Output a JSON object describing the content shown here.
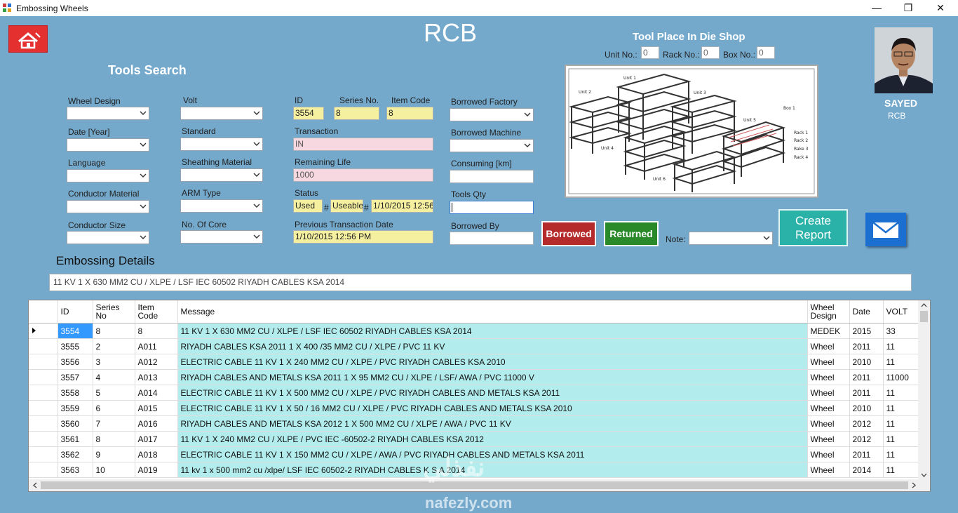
{
  "window": {
    "title": "Embossing Wheels",
    "minimize": "—",
    "maximize": "❐",
    "close": "✕"
  },
  "header": {
    "app_title": "RCB",
    "section_title": "Tools Search"
  },
  "tool_place": {
    "title": "Tool Place In Die Shop",
    "unit_label": "Unit No.:",
    "unit_value": "0",
    "rack_label": "Rack No.:",
    "rack_value": "0",
    "box_label": "Box No.:",
    "box_value": "0",
    "diagram": {
      "unit1": "Unit 1",
      "unit2": "Unit 2",
      "unit3": "Unit 3",
      "unit4": "Unit 4",
      "unit5": "Unit 5",
      "unit6": "Unit 6",
      "box1": "Box 1",
      "rack1": "Rack 1",
      "rack2": "Rack 2",
      "rack3": "Rake 3",
      "rack4": "Rack 4"
    }
  },
  "user": {
    "name": "SAYED",
    "company": "RCB"
  },
  "filters": {
    "wheel_design": "Wheel Design",
    "date_year": "Date [Year]",
    "language": "Language",
    "conductor_material": "Conductor Material",
    "conductor_size": "Conductor Size",
    "volt": "Volt",
    "standard": "Standard",
    "sheathing_material": "Sheathing Material",
    "arm_type": "ARM Type",
    "no_of_core": "No. Of Core"
  },
  "fields": {
    "id_label": "ID",
    "id_value": "3554",
    "series_label": "Series No.",
    "series_value": "8",
    "item_label": "Item Code",
    "item_value": "8",
    "transaction_label": "Transaction",
    "transaction_value": "IN",
    "remaining_label": "Remaining Life",
    "remaining_value": "1000",
    "status_label": "Status",
    "status_used": "Used",
    "status_useable": "Useable",
    "status_date": "1/10/2015 12:56",
    "hash": "#",
    "prev_label": "Previous Transaction Date",
    "prev_value": "1/10/2015 12:56 PM",
    "borrowed_factory": "Borrowed Factory",
    "borrowed_machine": "Borrowed Machine",
    "consuming": "Consuming [km]",
    "tools_qty": "Tools Qty",
    "borrowed_by": "Borrowed By",
    "note": "Note:"
  },
  "buttons": {
    "borrowed": "Borrowed",
    "returned": "Returned",
    "create_report_1": "Create",
    "create_report_2": "Report"
  },
  "colors": {
    "borrowed": "#b52a2a",
    "returned": "#2a8a2a",
    "report": "#2bb2a8",
    "home": "#e53030",
    "mail": "#1a6fd0"
  },
  "embossing": {
    "label": "Embossing Details",
    "value": "11 KV 1 X 630 MM2 CU / XLPE / LSF IEC 60502   RIYADH CABLES KSA 2014"
  },
  "grid": {
    "columns": [
      "ID",
      "Series No",
      "Item Code",
      "Message",
      "Wheel Design",
      "Date",
      "VOLT"
    ],
    "rows": [
      [
        "3554",
        "8",
        "8",
        " 11 KV 1 X 630 MM2 CU / XLPE / LSF IEC 60502   RIYADH CABLES KSA 2014",
        "MEDEK",
        "2015",
        "33"
      ],
      [
        "3555",
        "2",
        "A011",
        "RIYADH CABLES KSA 2011 1 X 400 /35 MM2 CU / XLPE / PVC  11 KV",
        "Wheel",
        "2011",
        "11"
      ],
      [
        "3556",
        "3",
        "A012",
        "ELECTRIC CABLE 11 KV 1 X 240 MM2 CU / XLPE / PVC RIYADH CABLES KSA 2010",
        "Wheel",
        "2010",
        "11"
      ],
      [
        "3557",
        "4",
        "A013",
        "RIYADH CABLES AND METALS KSA 2011 1 X 95  MM2 CU / XLPE / LSF/ AWA / PVC 11000 V",
        "Wheel",
        "2011",
        "11000"
      ],
      [
        "3558",
        "5",
        "A014",
        "ELECTRIC CABLE 11 KV 1 X 500 MM2 CU / XLPE / PVC RIYADH CABLES AND METALS KSA 2011",
        "Wheel",
        "2011",
        "11"
      ],
      [
        "3559",
        "6",
        "A015",
        "ELECTRIC CABLE 11 KV 1 X 50  / 16 MM2 CU / XLPE / PVC RIYADH CABLES AND METALS KSA 2010",
        "Wheel",
        "2010",
        "11"
      ],
      [
        "3560",
        "7",
        "A016",
        "RIYADH CABLES AND METALS KSA 2012 1 X 500 MM2 CU / XLPE / AWA / PVC 11 KV",
        "Wheel",
        "2012",
        "11"
      ],
      [
        "3561",
        "8",
        "A017",
        " 11 KV 1 X 240 MM2 CU / XLPE / PVC IEC -60502-2 RIYADH CABLES KSA 2012",
        "Wheel",
        "2012",
        "11"
      ],
      [
        "3562",
        "9",
        "A018",
        "ELECTRIC CABLE 11 KV 1 X 150 MM2 CU / XLPE / AWA / PVC RIYADH CABLES AND METALS KSA 2011",
        "Wheel",
        "2011",
        "11"
      ],
      [
        "3563",
        "10",
        "A019",
        " 11 kv 1 x 500 mm2 cu /xlpe/ LSF IEC 60502-2  RIYADH CABLES K S A 2014",
        "Wheel",
        "2014",
        "11"
      ]
    ]
  },
  "watermark": {
    "arabic": "نفذلي",
    "text": "nafezly.com"
  }
}
